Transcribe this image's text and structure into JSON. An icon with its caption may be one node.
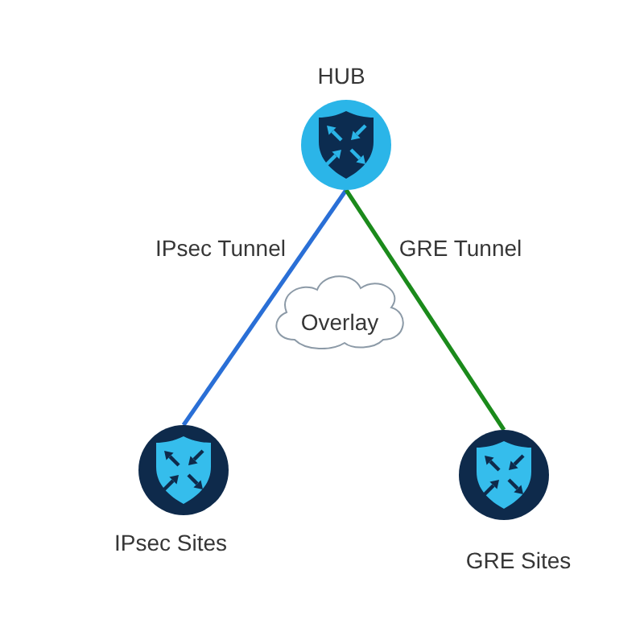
{
  "diagram": {
    "nodes": [
      {
        "text": [
          "HUB"
        ]
      },
      {
        "text": [
          "Overlay"
        ]
      },
      {
        "text": [
          "IPsec Sites"
        ]
      },
      {
        "text": [
          "GRE Sites"
        ]
      }
    ],
    "edges": [
      {
        "from": 0,
        "to": 2,
        "arrow": "none",
        "label": "IPsec Tunnel",
        "color": "#2a6fd6"
      },
      {
        "from": 0,
        "to": 3,
        "arrow": "none",
        "label": "GRE Tunnel",
        "color": "#1b8a1b"
      }
    ]
  }
}
